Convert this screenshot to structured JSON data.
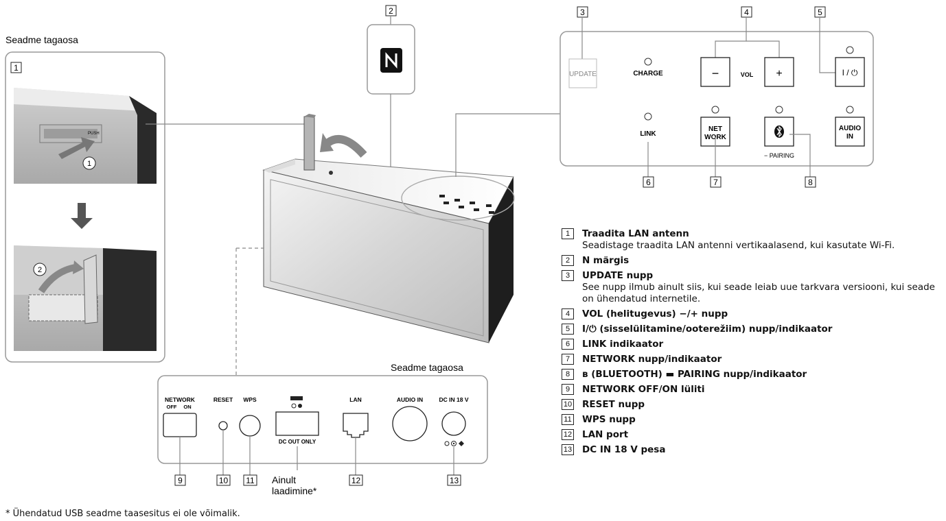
{
  "captions": {
    "back_left": "Seadme tagaosa",
    "back_bottom": "Seadme tagaosa",
    "charge_only_1": "Ainult",
    "charge_only_2": "laadimine*"
  },
  "callouts": [
    "1",
    "2",
    "3",
    "4",
    "5",
    "6",
    "7",
    "8",
    "9",
    "10",
    "11",
    "12",
    "13"
  ],
  "top_panel": {
    "update": "UPDATE",
    "charge": "CHARGE",
    "minus": "−",
    "vol": "VOL",
    "plus": "+",
    "power": "I / ⏻",
    "link": "LINK",
    "network_1": "NET",
    "network_2": "WORK",
    "bt": "ʙ",
    "pairing": "− PAIRING",
    "audio_1": "AUDIO",
    "audio_2": "IN"
  },
  "rear_panel": {
    "network": "NETWORK",
    "off": "OFF",
    "on": "ON",
    "reset": "RESET",
    "wps": "WPS",
    "dc_out": "DC OUT ONLY",
    "lan": "LAN",
    "audio_in": "AUDIO IN",
    "dc_in": "DC IN 18 V"
  },
  "inset": {
    "push": "PUSH",
    "step1": "1",
    "step2": "2"
  },
  "legend": [
    {
      "num": "1",
      "title": "Traadita LAN antenn",
      "desc": "Seadistage traadita LAN antenni vertikaalasend, kui kasutate Wi-Fi."
    },
    {
      "num": "2",
      "title": "N märgis",
      "desc": ""
    },
    {
      "num": "3",
      "title": "UPDATE nupp",
      "desc": "See nupp ilmub ainult siis, kui seade leiab uue tarkvara versiooni, kui seade on ühendatud internetile."
    },
    {
      "num": "4",
      "title": "VOL (helitugevus) −/+ nupp",
      "desc": ""
    },
    {
      "num": "5",
      "title": "I/⏻ (sisselülitamine/ooterežiim) nupp/indikaator",
      "desc": ""
    },
    {
      "num": "6",
      "title": "LINK indikaator",
      "desc": ""
    },
    {
      "num": "7",
      "title": "NETWORK nupp/indikaator",
      "desc": ""
    },
    {
      "num": "8",
      "title": "ʙ (BLUETOOTH) ▬ PAIRING nupp/indikaator",
      "desc": ""
    },
    {
      "num": "9",
      "title": "NETWORK OFF/ON lüliti",
      "desc": ""
    },
    {
      "num": "10",
      "title": "RESET nupp",
      "desc": ""
    },
    {
      "num": "11",
      "title": "WPS nupp",
      "desc": ""
    },
    {
      "num": "12",
      "title": "LAN port",
      "desc": ""
    },
    {
      "num": "13",
      "title": "DC IN 18 V pesa",
      "desc": ""
    }
  ],
  "footnote": "* Ühendatud USB seadme taasesitus ei ole võimalik."
}
